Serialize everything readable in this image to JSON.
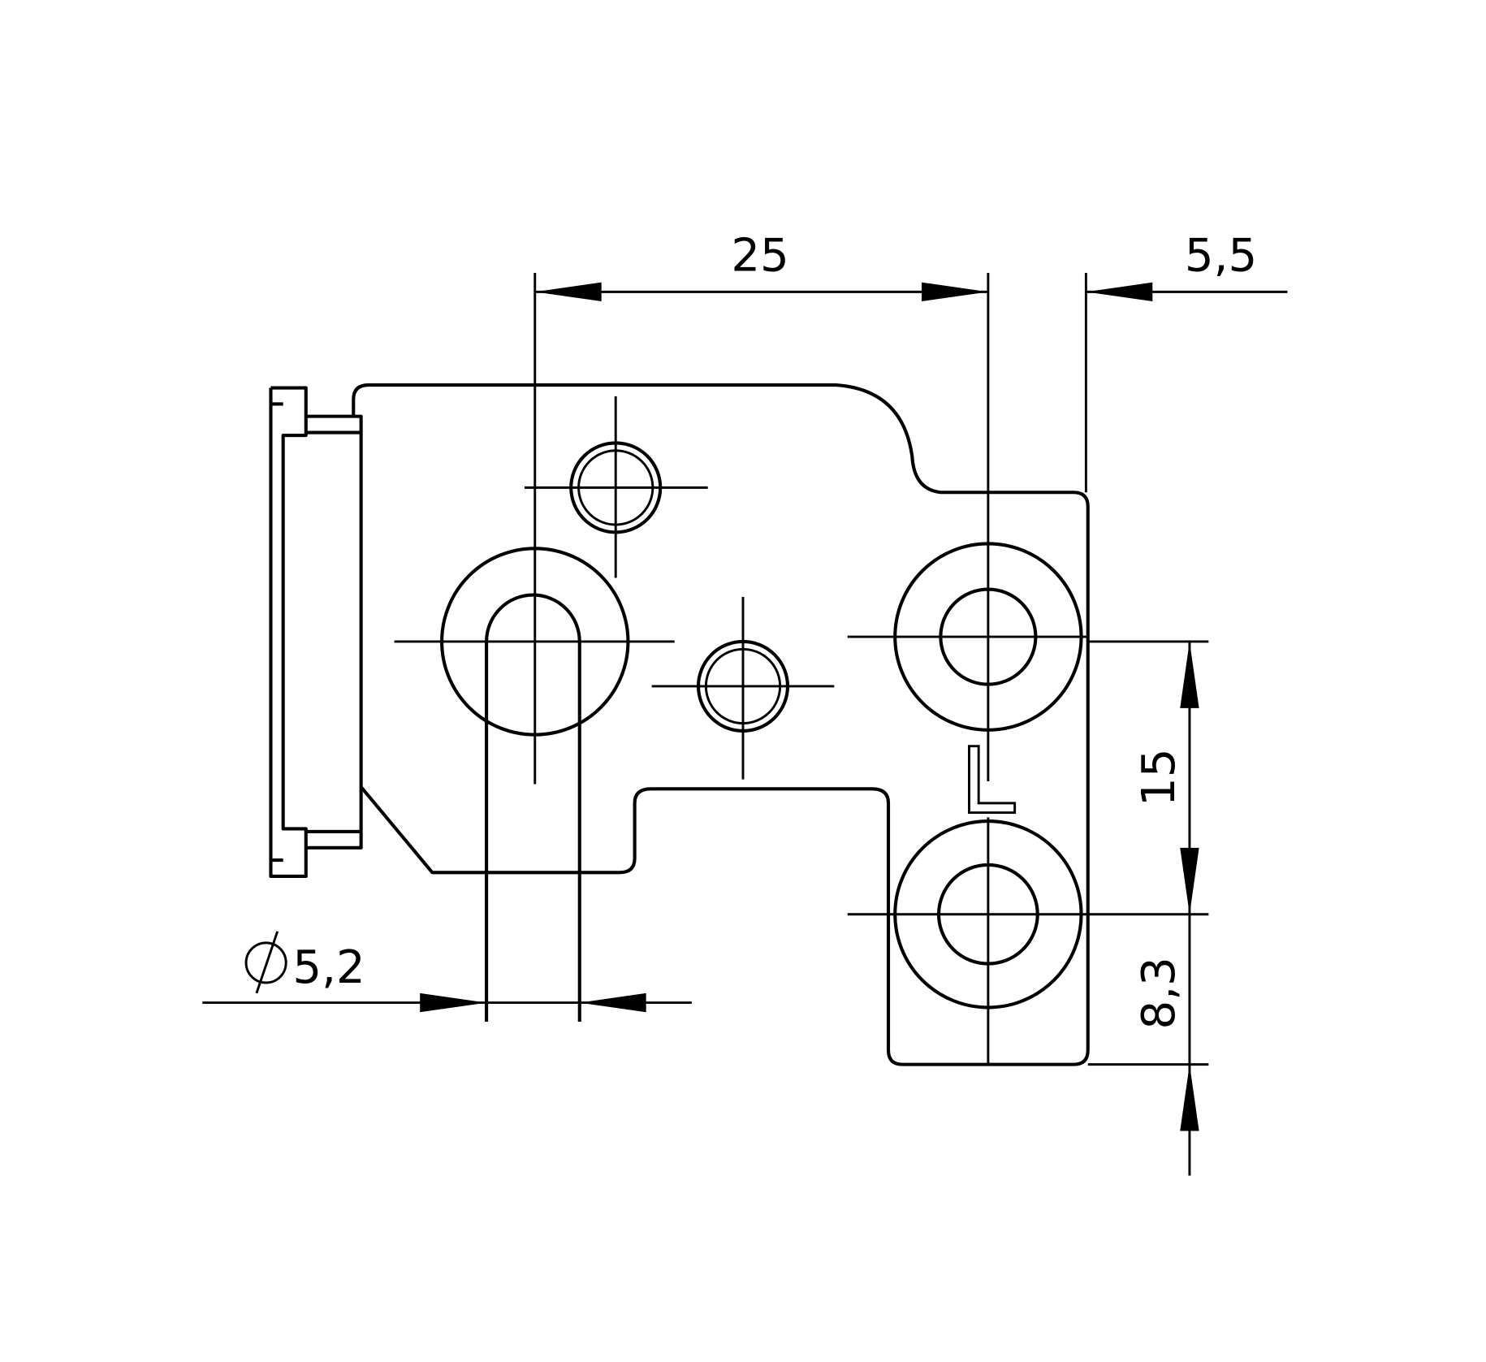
{
  "drawing": {
    "dimensions": {
      "hole_spacing": "25",
      "edge_offset": "5,5",
      "vertical_spacing": "15",
      "bottom_offset": "8,3",
      "hole_diameter": "5,2"
    },
    "marking": "L"
  }
}
